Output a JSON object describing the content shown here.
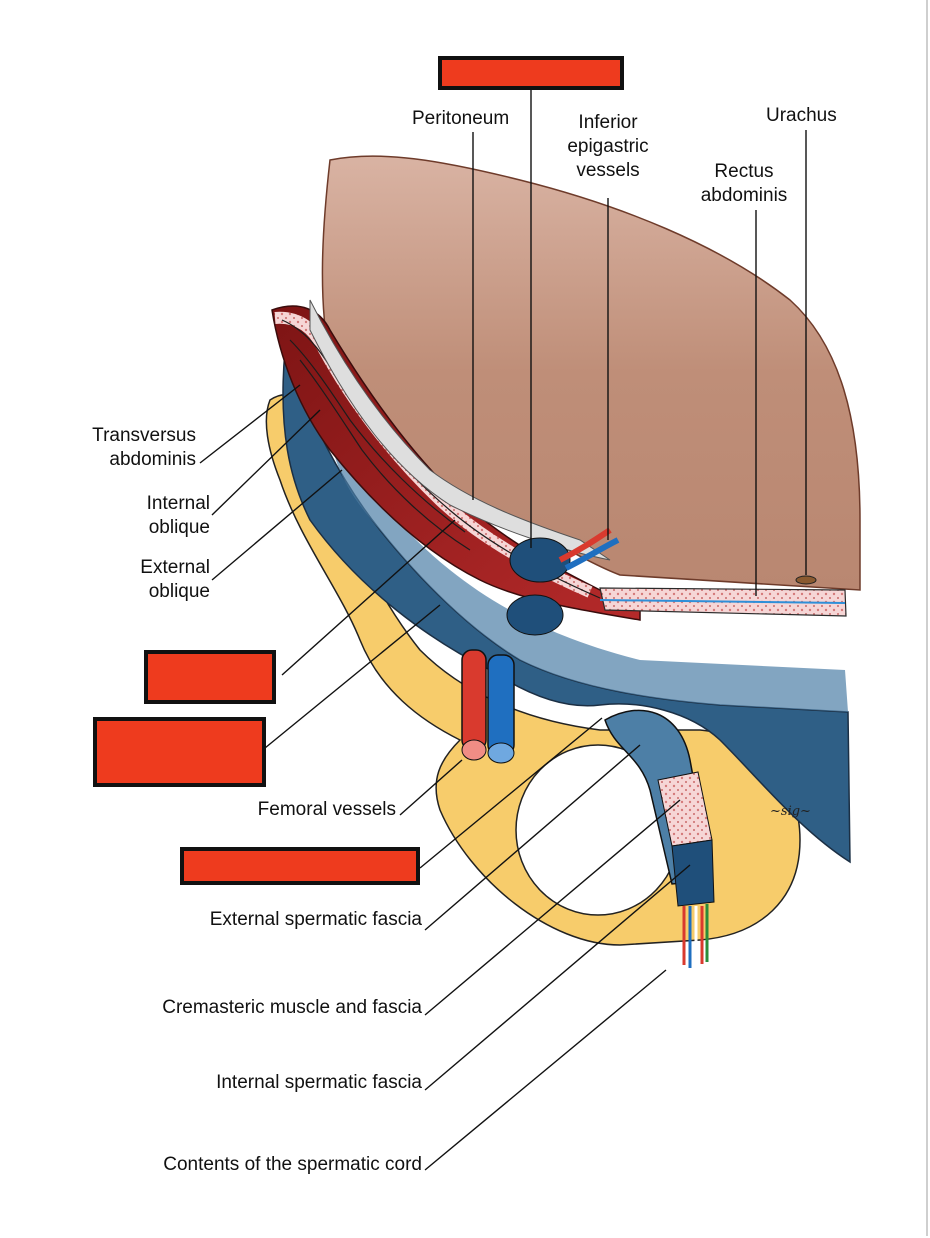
{
  "colors": {
    "peritoneum_fill": "#c0907a",
    "fascia_blue": "#2f5f86",
    "fascia_blue_light": "#4d7fa6",
    "bone": "#f7cc6b",
    "muscle_red": "#8e1c1c",
    "muscle_pink": "#f2c4c4",
    "artery": "#d93a2e",
    "vein": "#1f6fc0",
    "hidden_label": "#ee3b1e"
  },
  "labels": {
    "peritoneum": "Peritoneum",
    "inferior_epigastric": [
      "Inferior",
      "epigastric",
      "vessels"
    ],
    "urachus": "Urachus",
    "rectus": [
      "Rectus",
      "abdominis"
    ],
    "transversus": [
      "Transversus",
      "abdominis"
    ],
    "internal_oblique": [
      "Internal",
      "oblique"
    ],
    "external_oblique": [
      "External",
      "oblique"
    ],
    "femoral_vessels": "Femoral vessels",
    "external_spermatic": "External spermatic fascia",
    "cremasteric": "Cremasteric muscle and fascia",
    "internal_spermatic": "Internal spermatic fascia",
    "cord_contents": "Contents of the spermatic cord"
  },
  "hidden_labels": [
    "top-box",
    "left-upper-box",
    "left-lower-box",
    "middle-box"
  ]
}
